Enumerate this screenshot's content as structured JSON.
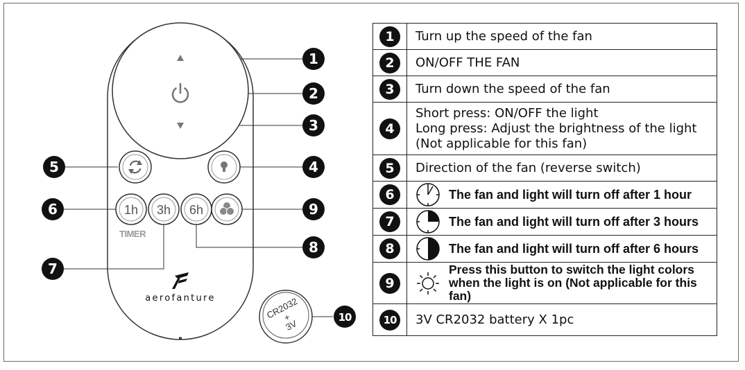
{
  "remote": {
    "brand": "aerofanture",
    "timer_label": "TIMER",
    "buttons": {
      "t1h": "1h",
      "t3h": "3h",
      "t6h": "6h"
    }
  },
  "callouts": [
    "1",
    "2",
    "3",
    "4",
    "5",
    "6",
    "7",
    "8",
    "9",
    "10"
  ],
  "battery": {
    "model": "CR2032",
    "plus": "+",
    "voltage": "3V"
  },
  "legend": [
    {
      "num": "1",
      "lines": [
        "Turn up the speed of the fan"
      ]
    },
    {
      "num": "2",
      "lines": [
        "ON/OFF THE FAN"
      ]
    },
    {
      "num": "3",
      "lines": [
        "Turn down the speed of the fan"
      ]
    },
    {
      "num": "4",
      "lines": [
        "Short press: ON/OFF the light",
        "Long press: Adjust the brightness of the light",
        "(Not applicable for this fan)"
      ]
    },
    {
      "num": "5",
      "lines": [
        "Direction of the fan (reverse switch)"
      ]
    },
    {
      "num": "6",
      "icon": "clock-1h-icon",
      "lines": [
        "The fan and light will turn off after 1 hour"
      ]
    },
    {
      "num": "7",
      "icon": "clock-3h-icon",
      "lines": [
        "The fan and light will turn off after 3 hours"
      ]
    },
    {
      "num": "8",
      "icon": "clock-6h-icon",
      "lines": [
        "The fan and light will turn off after 6 hours"
      ]
    },
    {
      "num": "9",
      "icon": "sun-icon",
      "lines": [
        "Press this button to switch the light colors",
        "when the light is on (Not applicable for this fan)"
      ]
    },
    {
      "num": "10",
      "lines": [
        "3V CR2032 battery X 1pc"
      ]
    }
  ]
}
